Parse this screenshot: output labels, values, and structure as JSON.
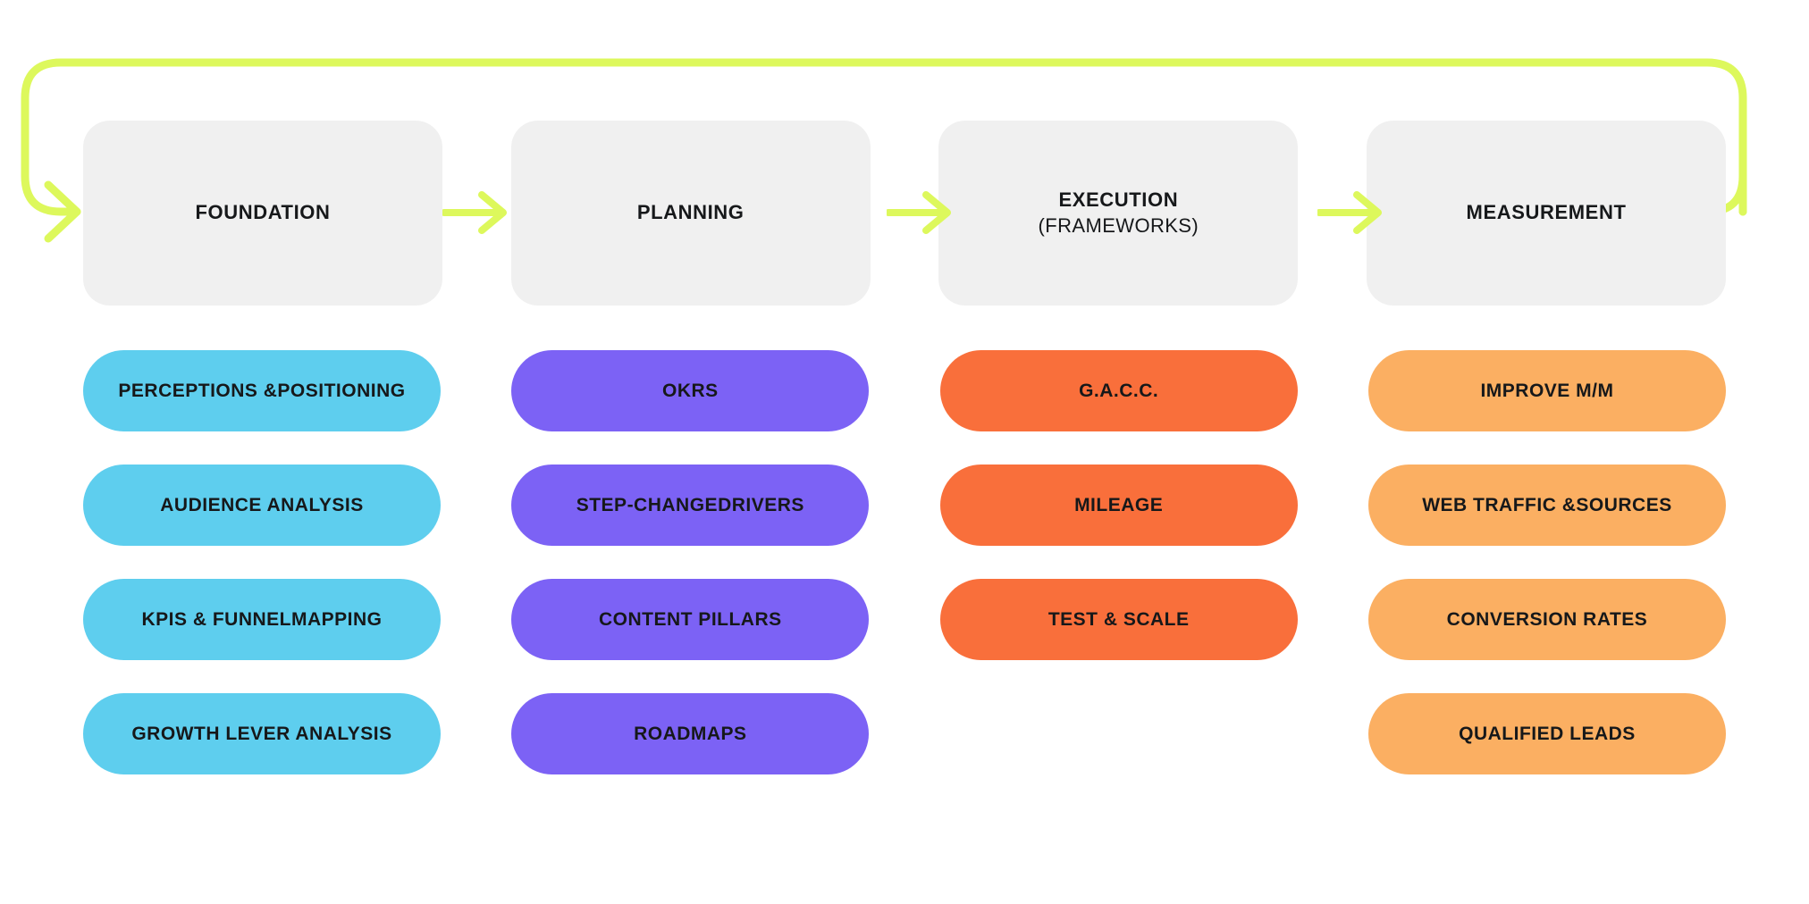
{
  "diagram": {
    "title": "Marketing Strategy Flow",
    "background": "#ffffff",
    "loop_arrow": {
      "name": "feedback-loop-arrow",
      "color": "#DDF85C",
      "description": "Loop from MEASUREMENT back to FOUNDATION"
    },
    "connector_color": "#DDF85C",
    "stage_box_color": "#f0f0f0",
    "text_color": "#16181a"
  },
  "stages": [
    {
      "title": "FOUNDATION",
      "subtitle": ""
    },
    {
      "title": "PLANNING",
      "subtitle": ""
    },
    {
      "title": "EXECUTION",
      "subtitle": "(FRAMEWORKS)"
    },
    {
      "title": "MEASUREMENT",
      "subtitle": ""
    }
  ],
  "connectors": [
    {
      "name": "arrow-foundation-to-planning",
      "glyph": "arrow-right-icon"
    },
    {
      "name": "arrow-planning-to-execution",
      "glyph": "arrow-right-icon"
    },
    {
      "name": "arrow-execution-to-measurement",
      "glyph": "arrow-right-icon"
    }
  ],
  "columns": [
    {
      "stage": "FOUNDATION",
      "color": "#5ECEEE",
      "items": [
        {
          "lines": [
            "PERCEPTIONS &",
            "POSITIONING"
          ]
        },
        {
          "lines": [
            "AUDIENCE ANALYSIS"
          ]
        },
        {
          "lines": [
            "KPIS & FUNNEL",
            "MAPPING"
          ]
        },
        {
          "lines": [
            "GROWTH LEVER ANALYSIS"
          ]
        }
      ]
    },
    {
      "stage": "PLANNING",
      "color": "#7C62F5",
      "items": [
        {
          "lines": [
            "OKRS"
          ]
        },
        {
          "lines": [
            "STEP-CHANGE",
            "DRIVERS"
          ]
        },
        {
          "lines": [
            "CONTENT PILLARS"
          ]
        },
        {
          "lines": [
            "ROADMAPS"
          ]
        }
      ]
    },
    {
      "stage": "EXECUTION (FRAMEWORKS)",
      "color": "#F96F3B",
      "items": [
        {
          "lines": [
            "G.A.C.C."
          ]
        },
        {
          "lines": [
            "MILEAGE"
          ]
        },
        {
          "lines": [
            "TEST & SCALE"
          ]
        }
      ]
    },
    {
      "stage": "MEASUREMENT",
      "color": "#FBAF62",
      "items": [
        {
          "lines": [
            "IMPROVE M/M"
          ]
        },
        {
          "lines": [
            "WEB TRAFFIC &",
            "SOURCES"
          ]
        },
        {
          "lines": [
            "CONVERSION RATES"
          ]
        },
        {
          "lines": [
            "QUALIFIED LEADS"
          ]
        }
      ]
    }
  ]
}
